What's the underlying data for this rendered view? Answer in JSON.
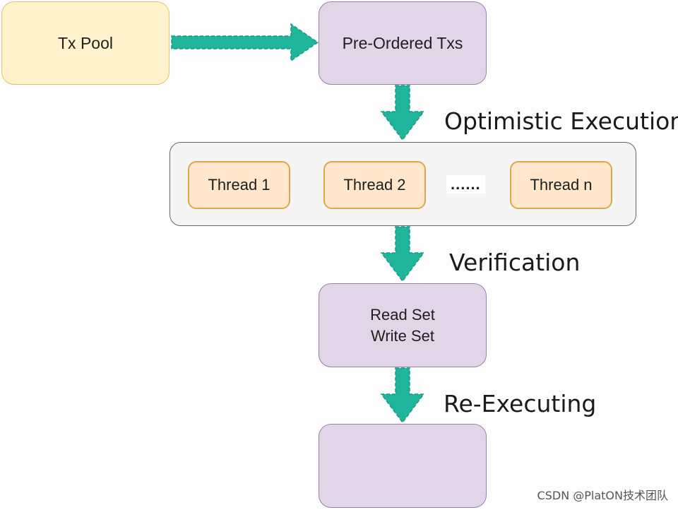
{
  "nodes": {
    "tx_pool": "Tx Pool",
    "pre_ordered": "Pre-Ordered Txs",
    "threads": [
      "Thread 1",
      "Thread 2",
      "Thread n"
    ],
    "ellipsis": "......",
    "read_set": "Read Set",
    "write_set": "Write Set",
    "final": ""
  },
  "labels": {
    "optimistic": "Optimistic Execution",
    "verification": "Verification",
    "reexecuting": "Re-Executing"
  },
  "watermark": "CSDN @PlatON技术团队",
  "colors": {
    "arrow": "#1fb59a",
    "yellow_fill": "#fff2cc",
    "purple_fill": "#e1d5e7",
    "thread_fill": "#ffe6cc",
    "group_fill": "#f5f5f5"
  }
}
